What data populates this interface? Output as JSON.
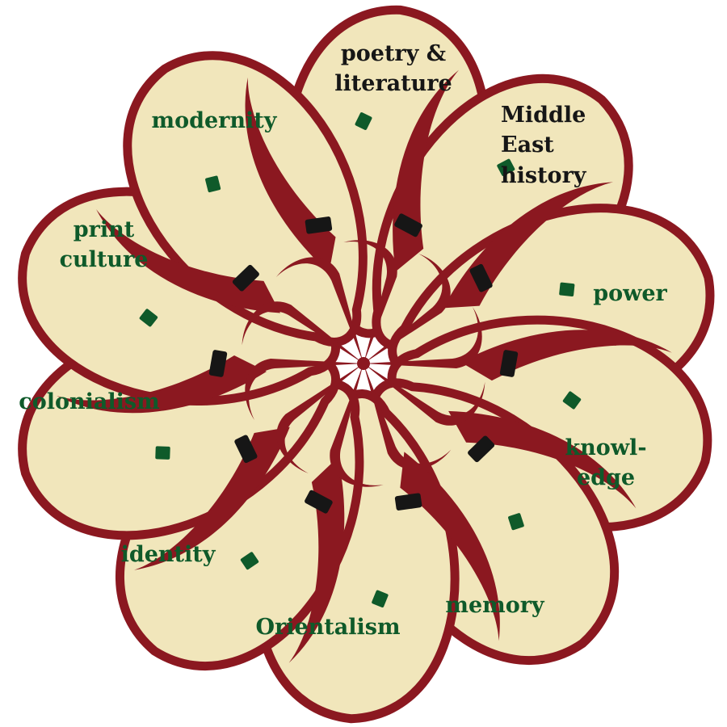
{
  "colors": {
    "petal_fill": "#f1e6bb",
    "petal_stroke": "#8b1820",
    "calligraphy": "#8b1820",
    "dot_green": "#0f5a2a",
    "dash_black": "#161616",
    "label_green": "#0f5a2a",
    "label_dark": "#161616"
  },
  "petals": [
    {
      "lines": [
        "poetry &",
        "literature"
      ],
      "tone": "dark"
    },
    {
      "lines": [
        "Middle",
        "East",
        "history"
      ],
      "tone": "dark"
    },
    {
      "lines": [
        "power"
      ],
      "tone": "green"
    },
    {
      "lines": [
        "knowl-",
        "edge"
      ],
      "tone": "green"
    },
    {
      "lines": [
        "memory"
      ],
      "tone": "green"
    },
    {
      "lines": [
        "Orientalism"
      ],
      "tone": "green"
    },
    {
      "lines": [
        "identity"
      ],
      "tone": "green"
    },
    {
      "lines": [
        "colonialism"
      ],
      "tone": "green"
    },
    {
      "lines": [
        "print",
        "culture"
      ],
      "tone": "green"
    },
    {
      "lines": [
        "modernity"
      ],
      "tone": "green"
    }
  ]
}
